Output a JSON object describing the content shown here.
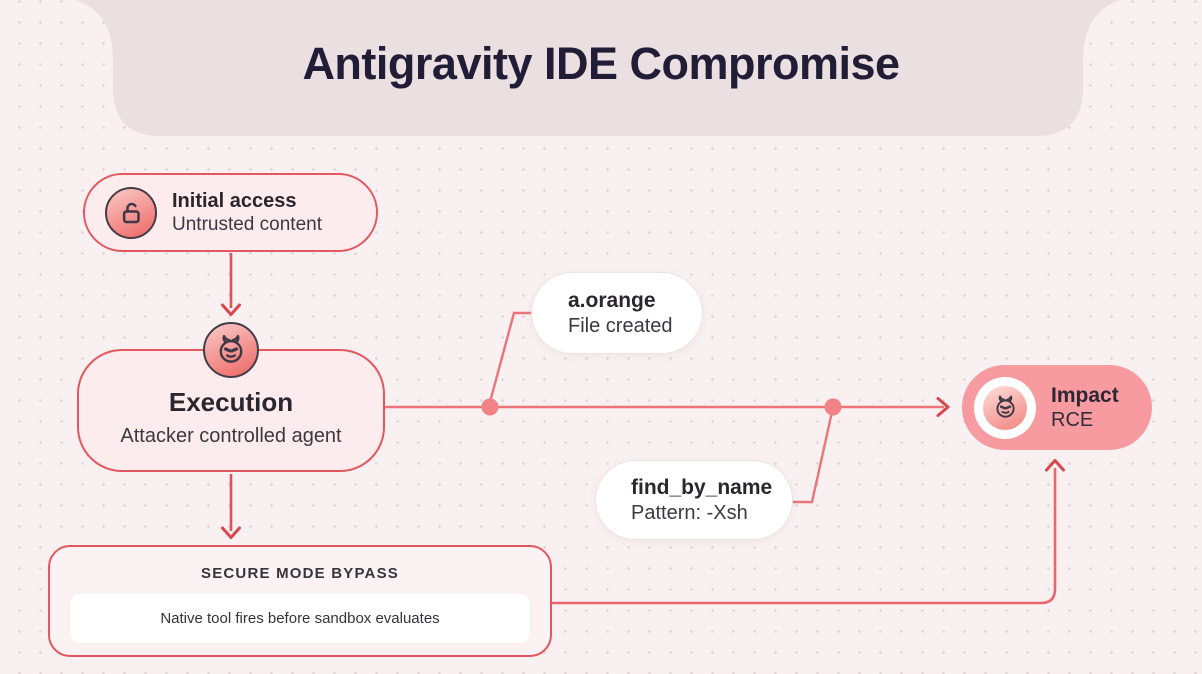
{
  "header": {
    "title": "Antigravity IDE Compromise"
  },
  "nodes": {
    "initial_access": {
      "title": "Initial access",
      "subtitle": "Untrusted content",
      "icon": "unlocked-padlock-icon"
    },
    "execution": {
      "title": "Execution",
      "subtitle": "Attacker controlled agent",
      "icon": "devil-icon"
    },
    "impact": {
      "title": "Impact",
      "subtitle": "RCE",
      "icon": "devil-icon"
    },
    "secure_mode_bypass": {
      "title": "SECURE MODE BYPASS",
      "note": "Native tool fires before sandbox evaluates"
    }
  },
  "callouts": {
    "file_created": {
      "title": "a.orange",
      "subtitle": "File created"
    },
    "find_by_name": {
      "title": "find_by_name",
      "subtitle": "Pattern: -Xsh"
    }
  },
  "colors": {
    "background": "#f8f0f1",
    "header_band": "#eadfe1",
    "title_text": "#221d36",
    "node_fill": "#fdeced",
    "node_border": "#e3585f",
    "connector_line": "#ec7479",
    "connector_dot": "#f18286",
    "arrowhead": "#d9464e",
    "impact_fill": "#f89ba0",
    "icon_gradient_start": "#f9c3c0",
    "icon_gradient_end": "#ee6e6b"
  }
}
